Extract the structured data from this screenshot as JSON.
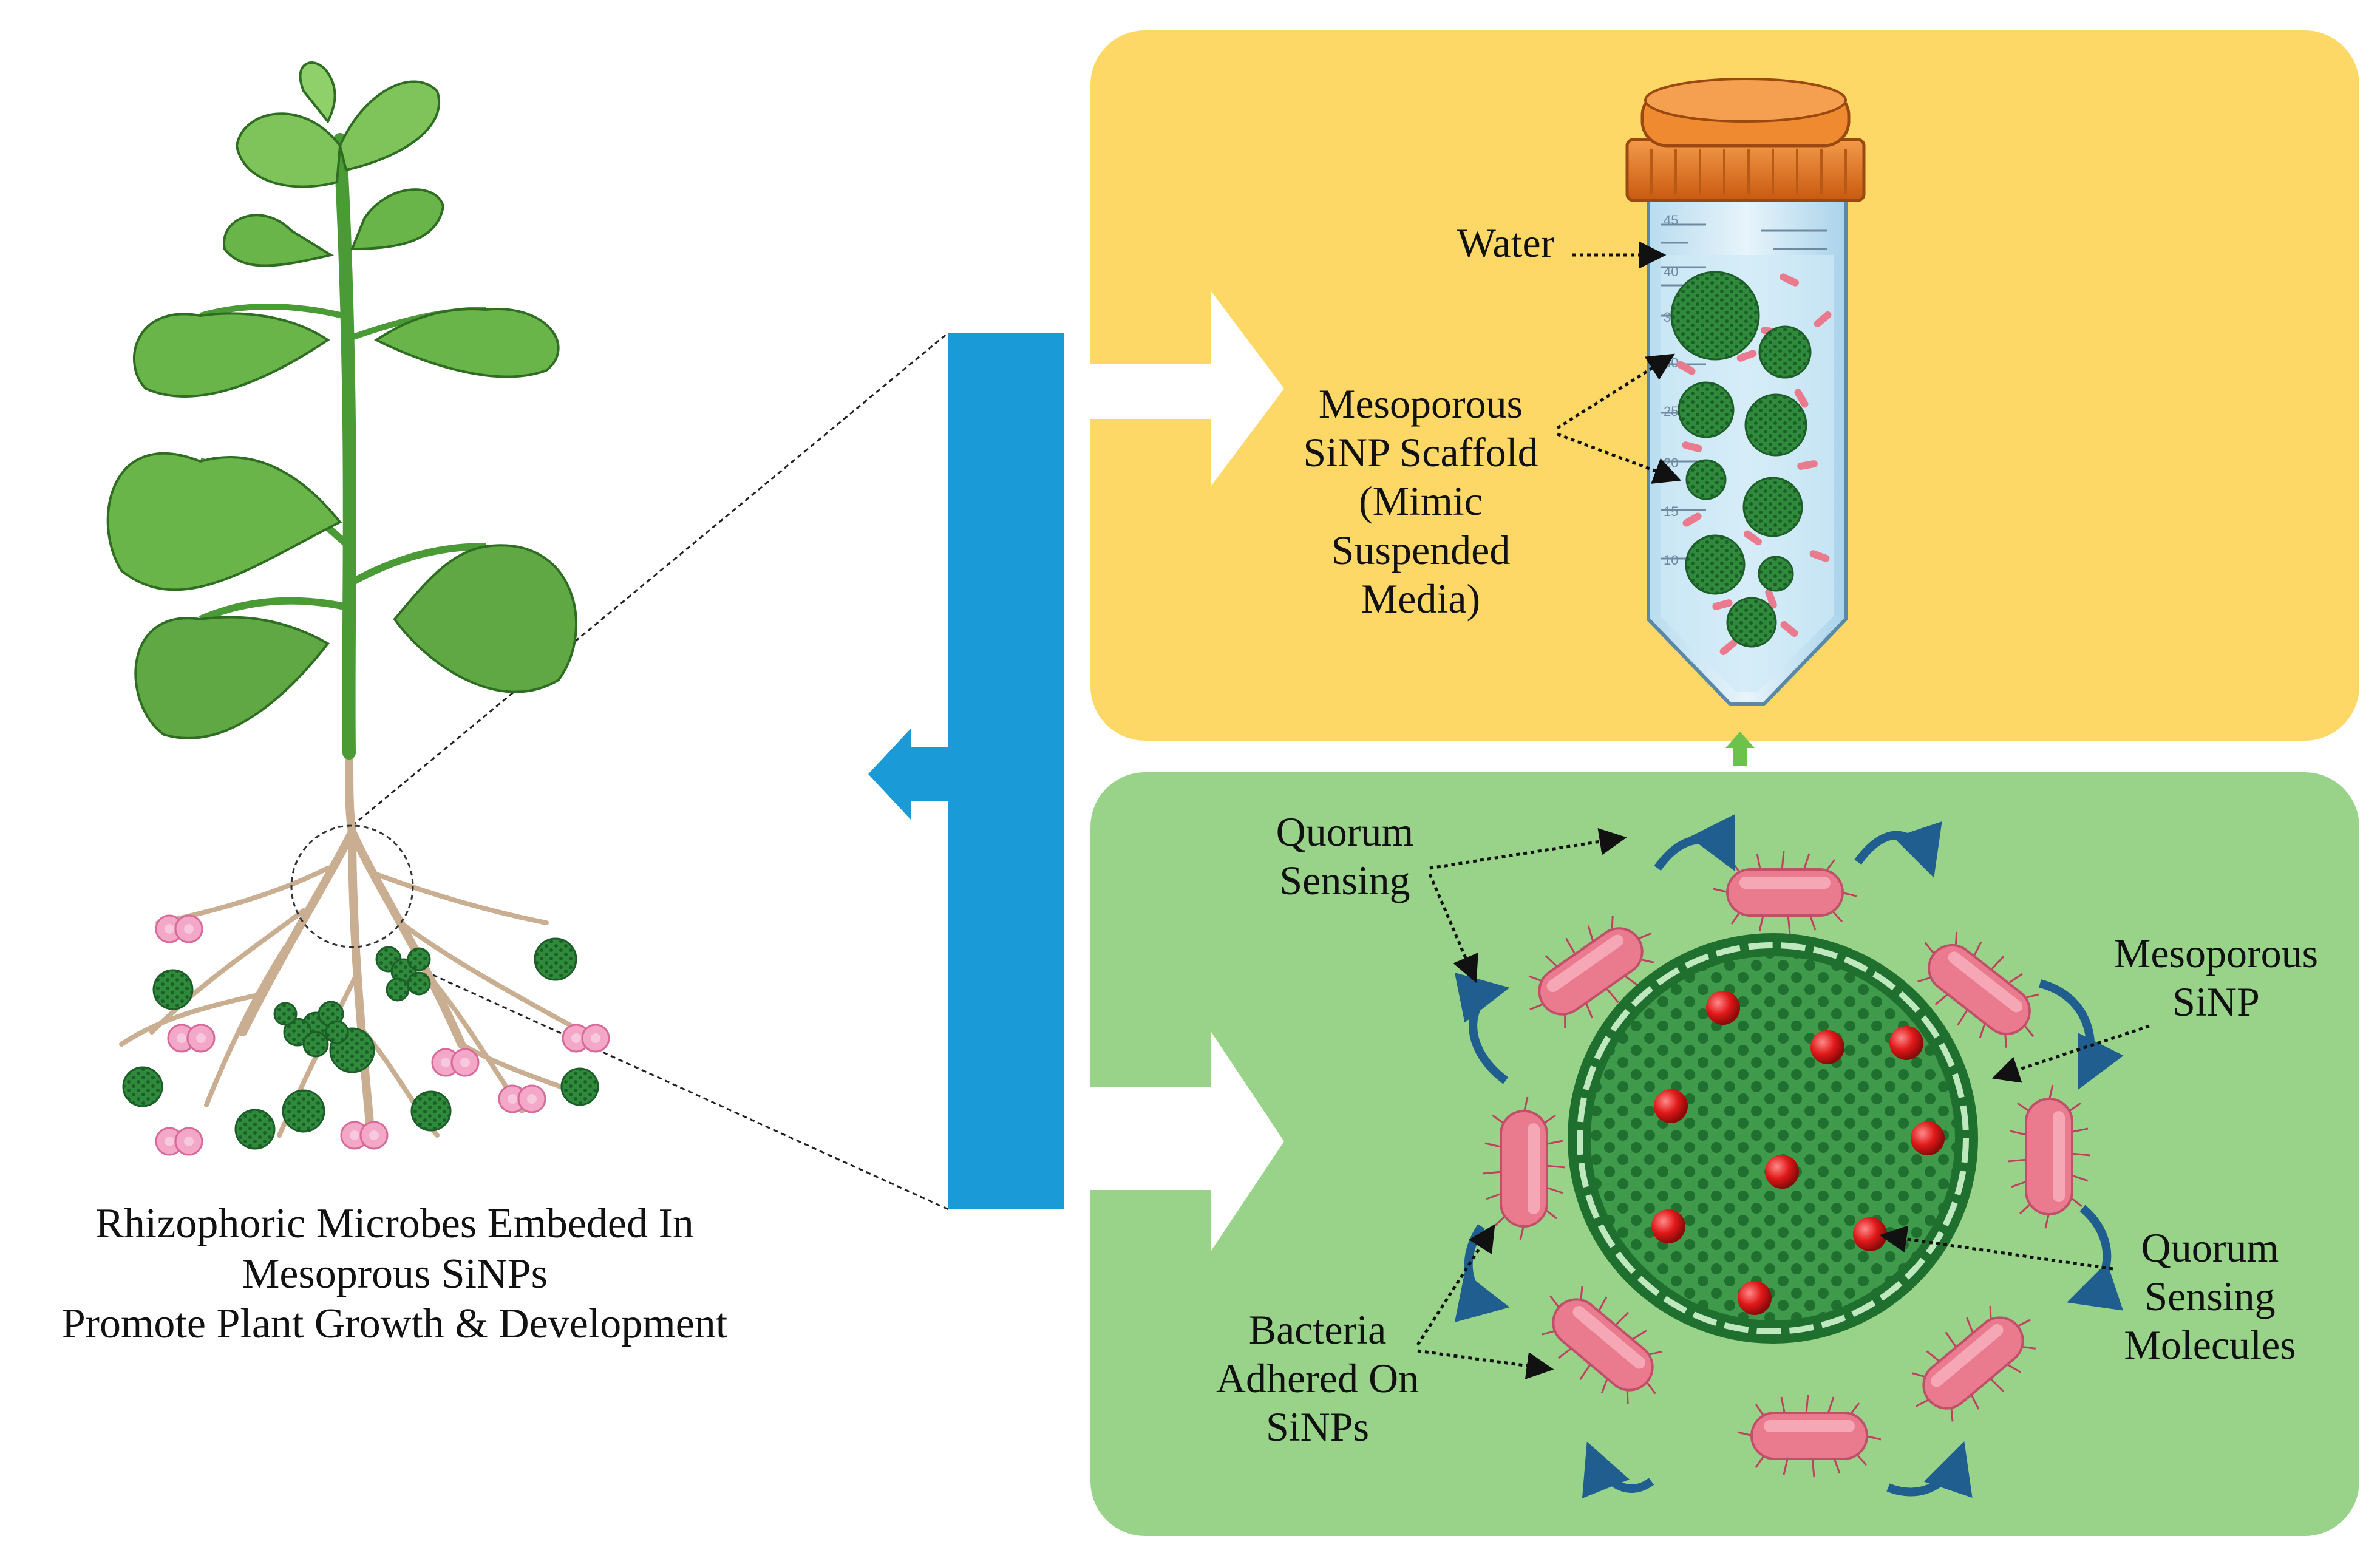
{
  "caption": {
    "line1": "Rhizophoric Microbes Embeded In",
    "line2": "Mesoprous SiNPs",
    "line3": "Promote Plant Growth & Development"
  },
  "tube_panel": {
    "water_label": "Water",
    "scaffold_label": [
      "Mesoporous",
      "SiNP Scaffold",
      "(Mimic",
      "Suspended",
      "Media)"
    ],
    "tube_scale": [
      "45",
      "40",
      "35",
      "30",
      "25",
      "20",
      "15",
      "10"
    ]
  },
  "particle_panel": {
    "quorum_sensing_label": [
      "Quorum",
      "Sensing"
    ],
    "mesoporous_sinp_label": [
      "Mesoporous",
      "SiNP"
    ],
    "qs_molecules_label": [
      "Quorum",
      "Sensing",
      "Molecules"
    ],
    "bacteria_label": [
      "Bacteria",
      "Adhered On",
      "SiNPs"
    ]
  },
  "colors": {
    "tube_panel_bg": "#FDD866",
    "particle_panel_bg": "#98D389",
    "bar": "#1A9AD7",
    "sinp_green": "#2E8B3C",
    "bacteria_pink": "#EA7A8E",
    "qs_molecule_red": "#E01818",
    "cap_orange": "#E8741C",
    "root_tan": "#C9AE92",
    "leaf_green": "#5FA844",
    "curved_arrow": "#1F5E8E"
  }
}
